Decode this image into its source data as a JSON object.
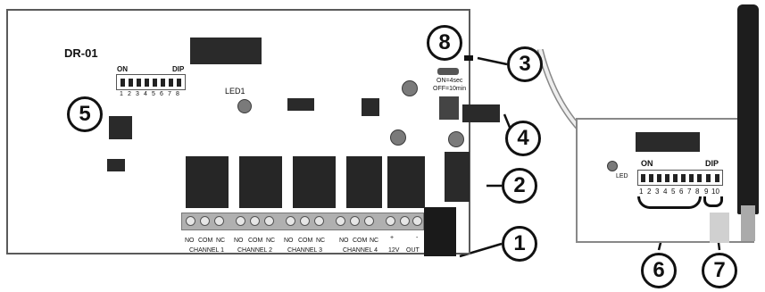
{
  "main_board": {
    "model_label": "DR-01",
    "led_label": "LED1",
    "dip_on_label": "ON",
    "dip_label": "DIP",
    "dip_numbers": [
      "1",
      "2",
      "3",
      "4",
      "5",
      "6",
      "7",
      "8"
    ],
    "timer_note_line1": "ON=4sec",
    "timer_note_line2": "OFF=10min",
    "terminal_labels": [
      {
        "no": "NO",
        "com": "COM",
        "nc": "NC",
        "channel": "CHANNEL 1"
      },
      {
        "no": "NO",
        "com": "COM",
        "nc": "NC",
        "channel": "CHANNEL 2"
      },
      {
        "no": "NO",
        "com": "COM",
        "nc": "NC",
        "channel": "CHANNEL 3"
      },
      {
        "no": "NO",
        "com": "COM",
        "nc": "NC",
        "channel": "CHANNEL 4"
      }
    ],
    "power_plus": "+",
    "power_minus": "-",
    "power_12v": "12V",
    "power_out": "OUT"
  },
  "side_board": {
    "led_label": "LED",
    "dip_on_label": "ON",
    "dip_label": "DIP",
    "dip_numbers": [
      "1",
      "2",
      "3",
      "4",
      "5",
      "6",
      "7",
      "8",
      "9",
      "10"
    ]
  },
  "callouts": [
    "1",
    "2",
    "3",
    "4",
    "5",
    "6",
    "7",
    "8"
  ],
  "colors": {
    "ink": "#111111",
    "relay": "#262626",
    "terminal": "#b0b0b0"
  }
}
